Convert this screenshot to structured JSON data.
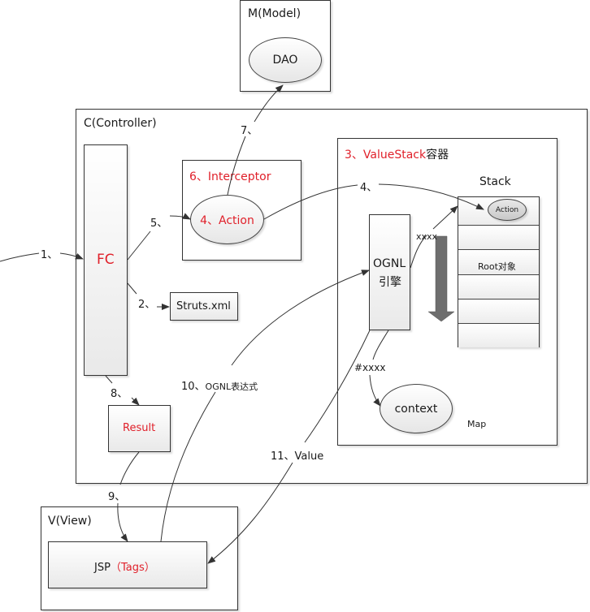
{
  "model": {
    "title": "M(Model)",
    "dao": "DAO"
  },
  "controller": {
    "title": "C(Controller)",
    "fc": "FC",
    "struts": "Struts.xml",
    "result": "Result",
    "interceptor": "6、Interceptor",
    "action": "4、Action"
  },
  "valuestack": {
    "title_prefix": "3、ValueStack",
    "title_suffix": "容器",
    "stack_label": "Stack",
    "stack_action": "Action",
    "root": "Root对象",
    "ognl_line1": "OGNL",
    "ognl_line2": "引擎",
    "xxxx": "xxxx",
    "hash_xxxx": "#xxxx",
    "context": "context",
    "map": "Map"
  },
  "view": {
    "title": "V(View)",
    "jsp": "JSP",
    "tags": "（Tags）"
  },
  "steps": {
    "s1": "1、",
    "s2": "2、",
    "s4": "4、",
    "s5": "5、",
    "s7": "7、",
    "s8": "8、",
    "s9": "9、",
    "s10": "10、",
    "s10_text": "OGNL表达式",
    "s11": "11、Value"
  },
  "colors": {
    "highlight": "#e0202a",
    "arrow_fill": "#6e6e6e"
  }
}
